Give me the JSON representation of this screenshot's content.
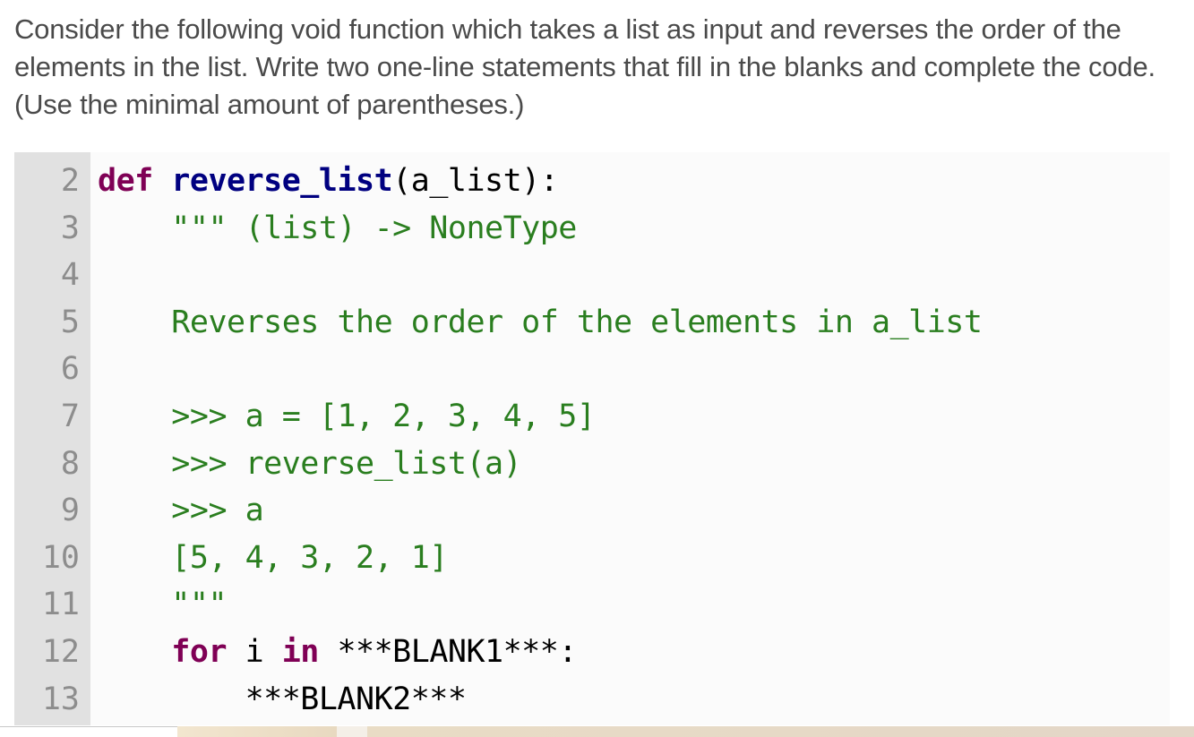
{
  "question": {
    "text": "Consider the following void function which takes a list as input and reverses the order of the elements in the list. Write two one-line statements that fill in the blanks and complete the code. (Use the minimal amount of parentheses.)"
  },
  "code": {
    "colors": {
      "keyword": "#7f0055",
      "function_name": "#000080",
      "docstring": "#2a7e1f",
      "plain": "#000000",
      "gutter_bg": "#e1e1e1",
      "line_number": "#8d8d8d",
      "code_bg": "#fbfbfb"
    },
    "lines": [
      {
        "num": "2",
        "kw": "def",
        "sp": " ",
        "fn": "reverse_list",
        "rest": "(a_list):"
      },
      {
        "num": "3",
        "indent": "    ",
        "str": "\"\"\" (list) -> NoneType"
      },
      {
        "num": "4",
        "str": ""
      },
      {
        "num": "5",
        "indent": "    ",
        "str": "Reverses the order of the elements in a_list"
      },
      {
        "num": "6",
        "str": ""
      },
      {
        "num": "7",
        "indent": "    ",
        "str": ">>> a = [1, 2, 3, 4, 5]"
      },
      {
        "num": "8",
        "indent": "    ",
        "str": ">>> reverse_list(a)"
      },
      {
        "num": "9",
        "indent": "    ",
        "str": ">>> a"
      },
      {
        "num": "10",
        "indent": "    ",
        "str": "[5, 4, 3, 2, 1]"
      },
      {
        "num": "11",
        "indent": "    ",
        "str": "\"\"\""
      },
      {
        "num": "12",
        "indent": "    ",
        "kw1": "for",
        "mid": " i ",
        "kw2": "in",
        "rest": " ***BLANK1***:"
      },
      {
        "num": "13",
        "indent": "        ",
        "rest": "***BLANK2***"
      }
    ]
  }
}
